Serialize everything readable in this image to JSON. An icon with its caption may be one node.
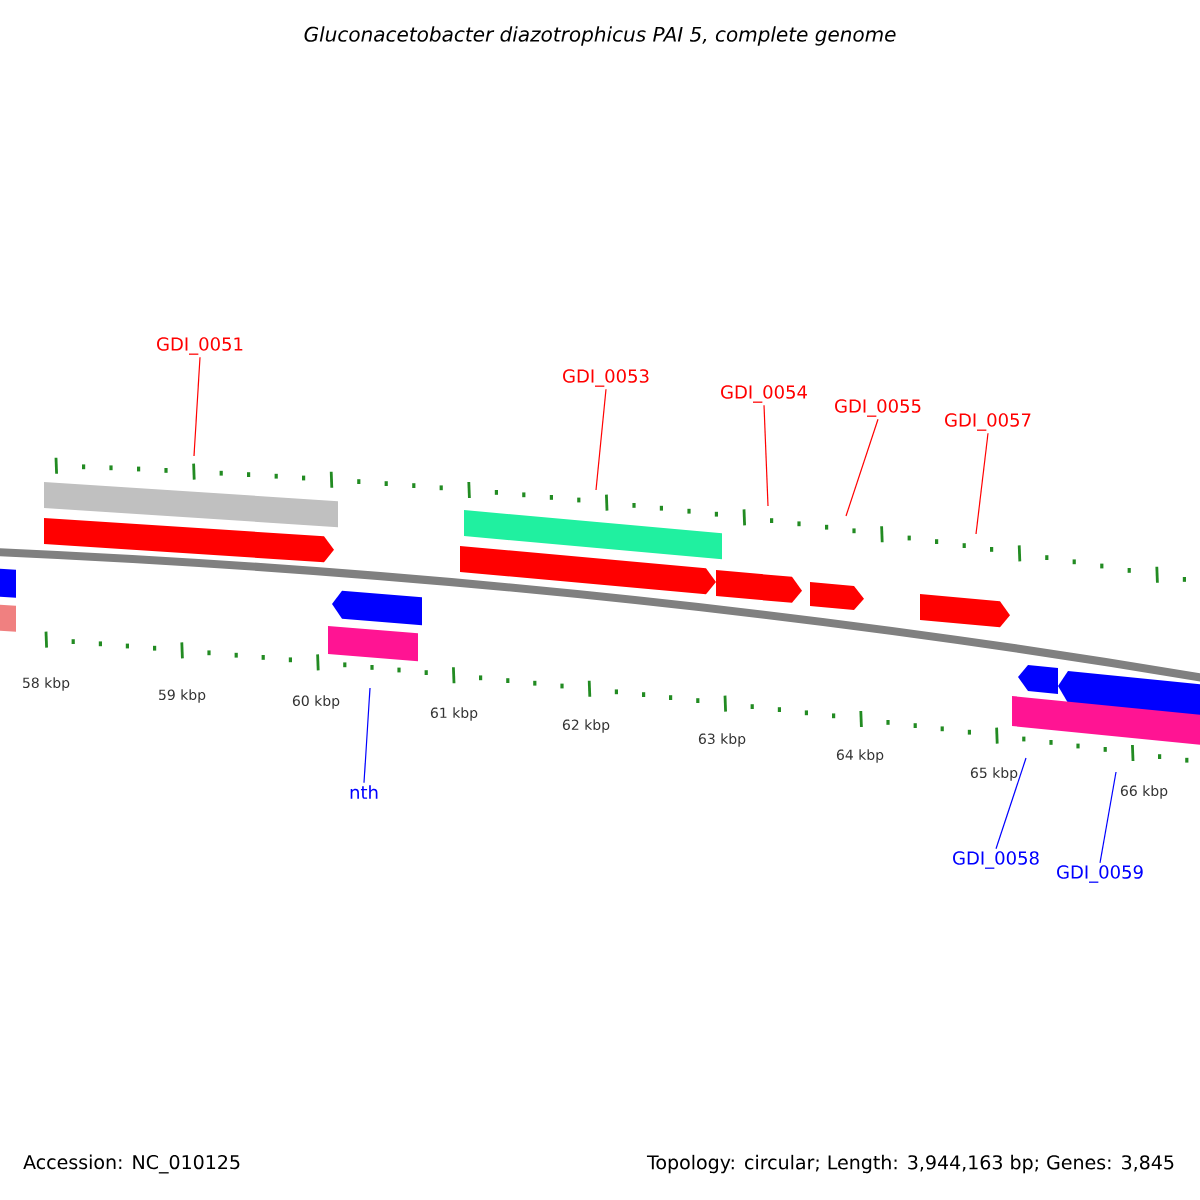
{
  "diagram": {
    "title": "Gluconacetobacter diazotrophicus PAI 5, complete genome",
    "nodes": [
      {
        "text": [
          "GDI_0051"
        ]
      },
      {
        "text": [
          "GDI_0053"
        ]
      },
      {
        "text": [
          "GDI_0054"
        ]
      },
      {
        "text": [
          "GDI_0055"
        ]
      },
      {
        "text": [
          "GDI_0057"
        ]
      },
      {
        "text": [
          "nth"
        ]
      },
      {
        "text": [
          "GDI_0058"
        ]
      },
      {
        "text": [
          "GDI_0059"
        ]
      },
      {
        "text": [],
        "shape": "picture"
      }
    ],
    "edges": [
      {
        "from": 0,
        "to": 8,
        "arrow": "none"
      },
      {
        "from": 1,
        "to": 8,
        "arrow": "none"
      },
      {
        "from": 2,
        "to": 8,
        "arrow": "none"
      },
      {
        "from": 3,
        "to": 8,
        "arrow": "none"
      },
      {
        "from": 4,
        "to": 8,
        "arrow": "none"
      },
      {
        "from": 5,
        "to": 8,
        "arrow": "none",
        "color": "#0000ff"
      },
      {
        "from": 6,
        "to": 8,
        "arrow": "none",
        "color": "#0000ff"
      },
      {
        "from": 7,
        "to": 8,
        "arrow": "none",
        "color": "#0000ff"
      }
    ],
    "labels": [
      "58 kbp",
      "59 kbp",
      "60 kbp",
      "61 kbp",
      "62 kbp",
      "63 kbp",
      "64 kbp",
      "65 kbp",
      "66 kbp",
      "Accession: NC_010125",
      "Topology: circular; Length: 3,944,163 bp; Genes: 3,845"
    ]
  }
}
